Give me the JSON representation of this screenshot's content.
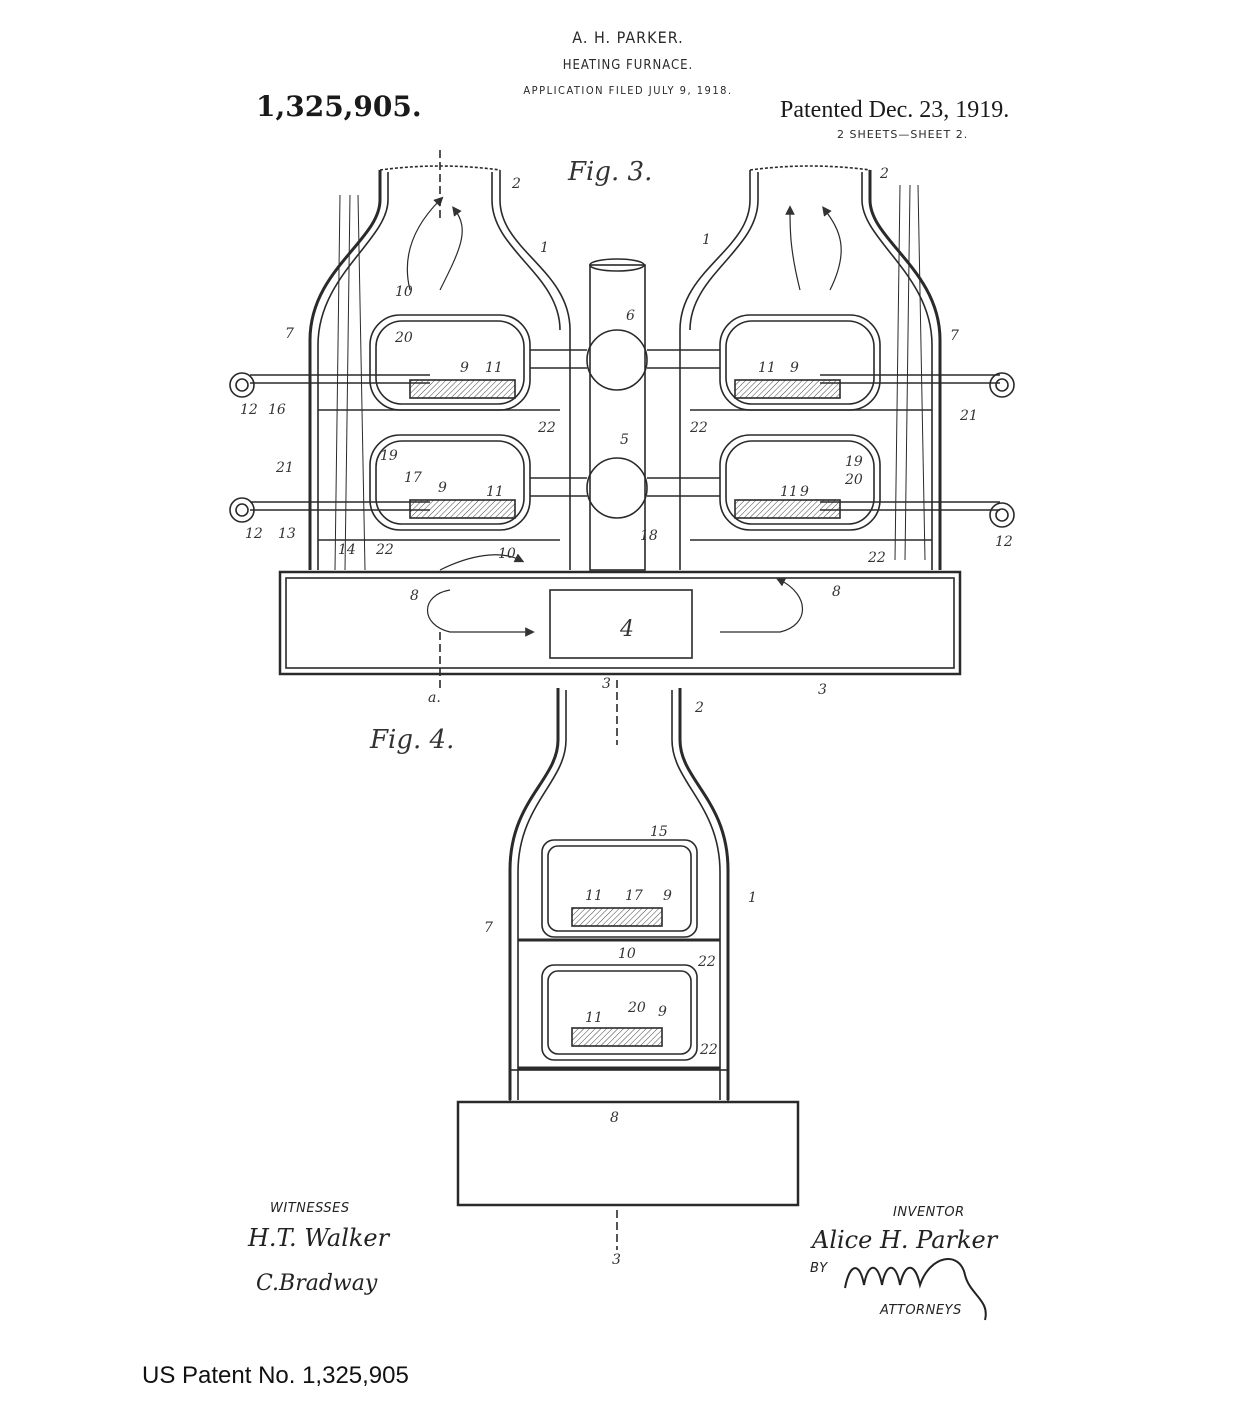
{
  "header": {
    "inventor": "A. H. PARKER.",
    "subject": "HEATING FURNACE.",
    "application_filed": "APPLICATION FILED JULY 9, 1918.",
    "patent_number": "1,325,905.",
    "patented": "Patented Dec. 23, 1919.",
    "sheets": "2 SHEETS—SHEET 2."
  },
  "figures": {
    "fig3": "Fig. 3.",
    "fig4": "Fig. 4."
  },
  "signatures": {
    "witnesses_label": "WITNESSES",
    "witness1": "H.T. Walker",
    "witness2": "C.Bradway",
    "inventor_label": "INVENTOR",
    "inventor_name": "Alice H. Parker",
    "by_label": "BY",
    "attorneys_label": "ATTORNEYS"
  },
  "caption": "US Patent No. 1,325,905"
}
